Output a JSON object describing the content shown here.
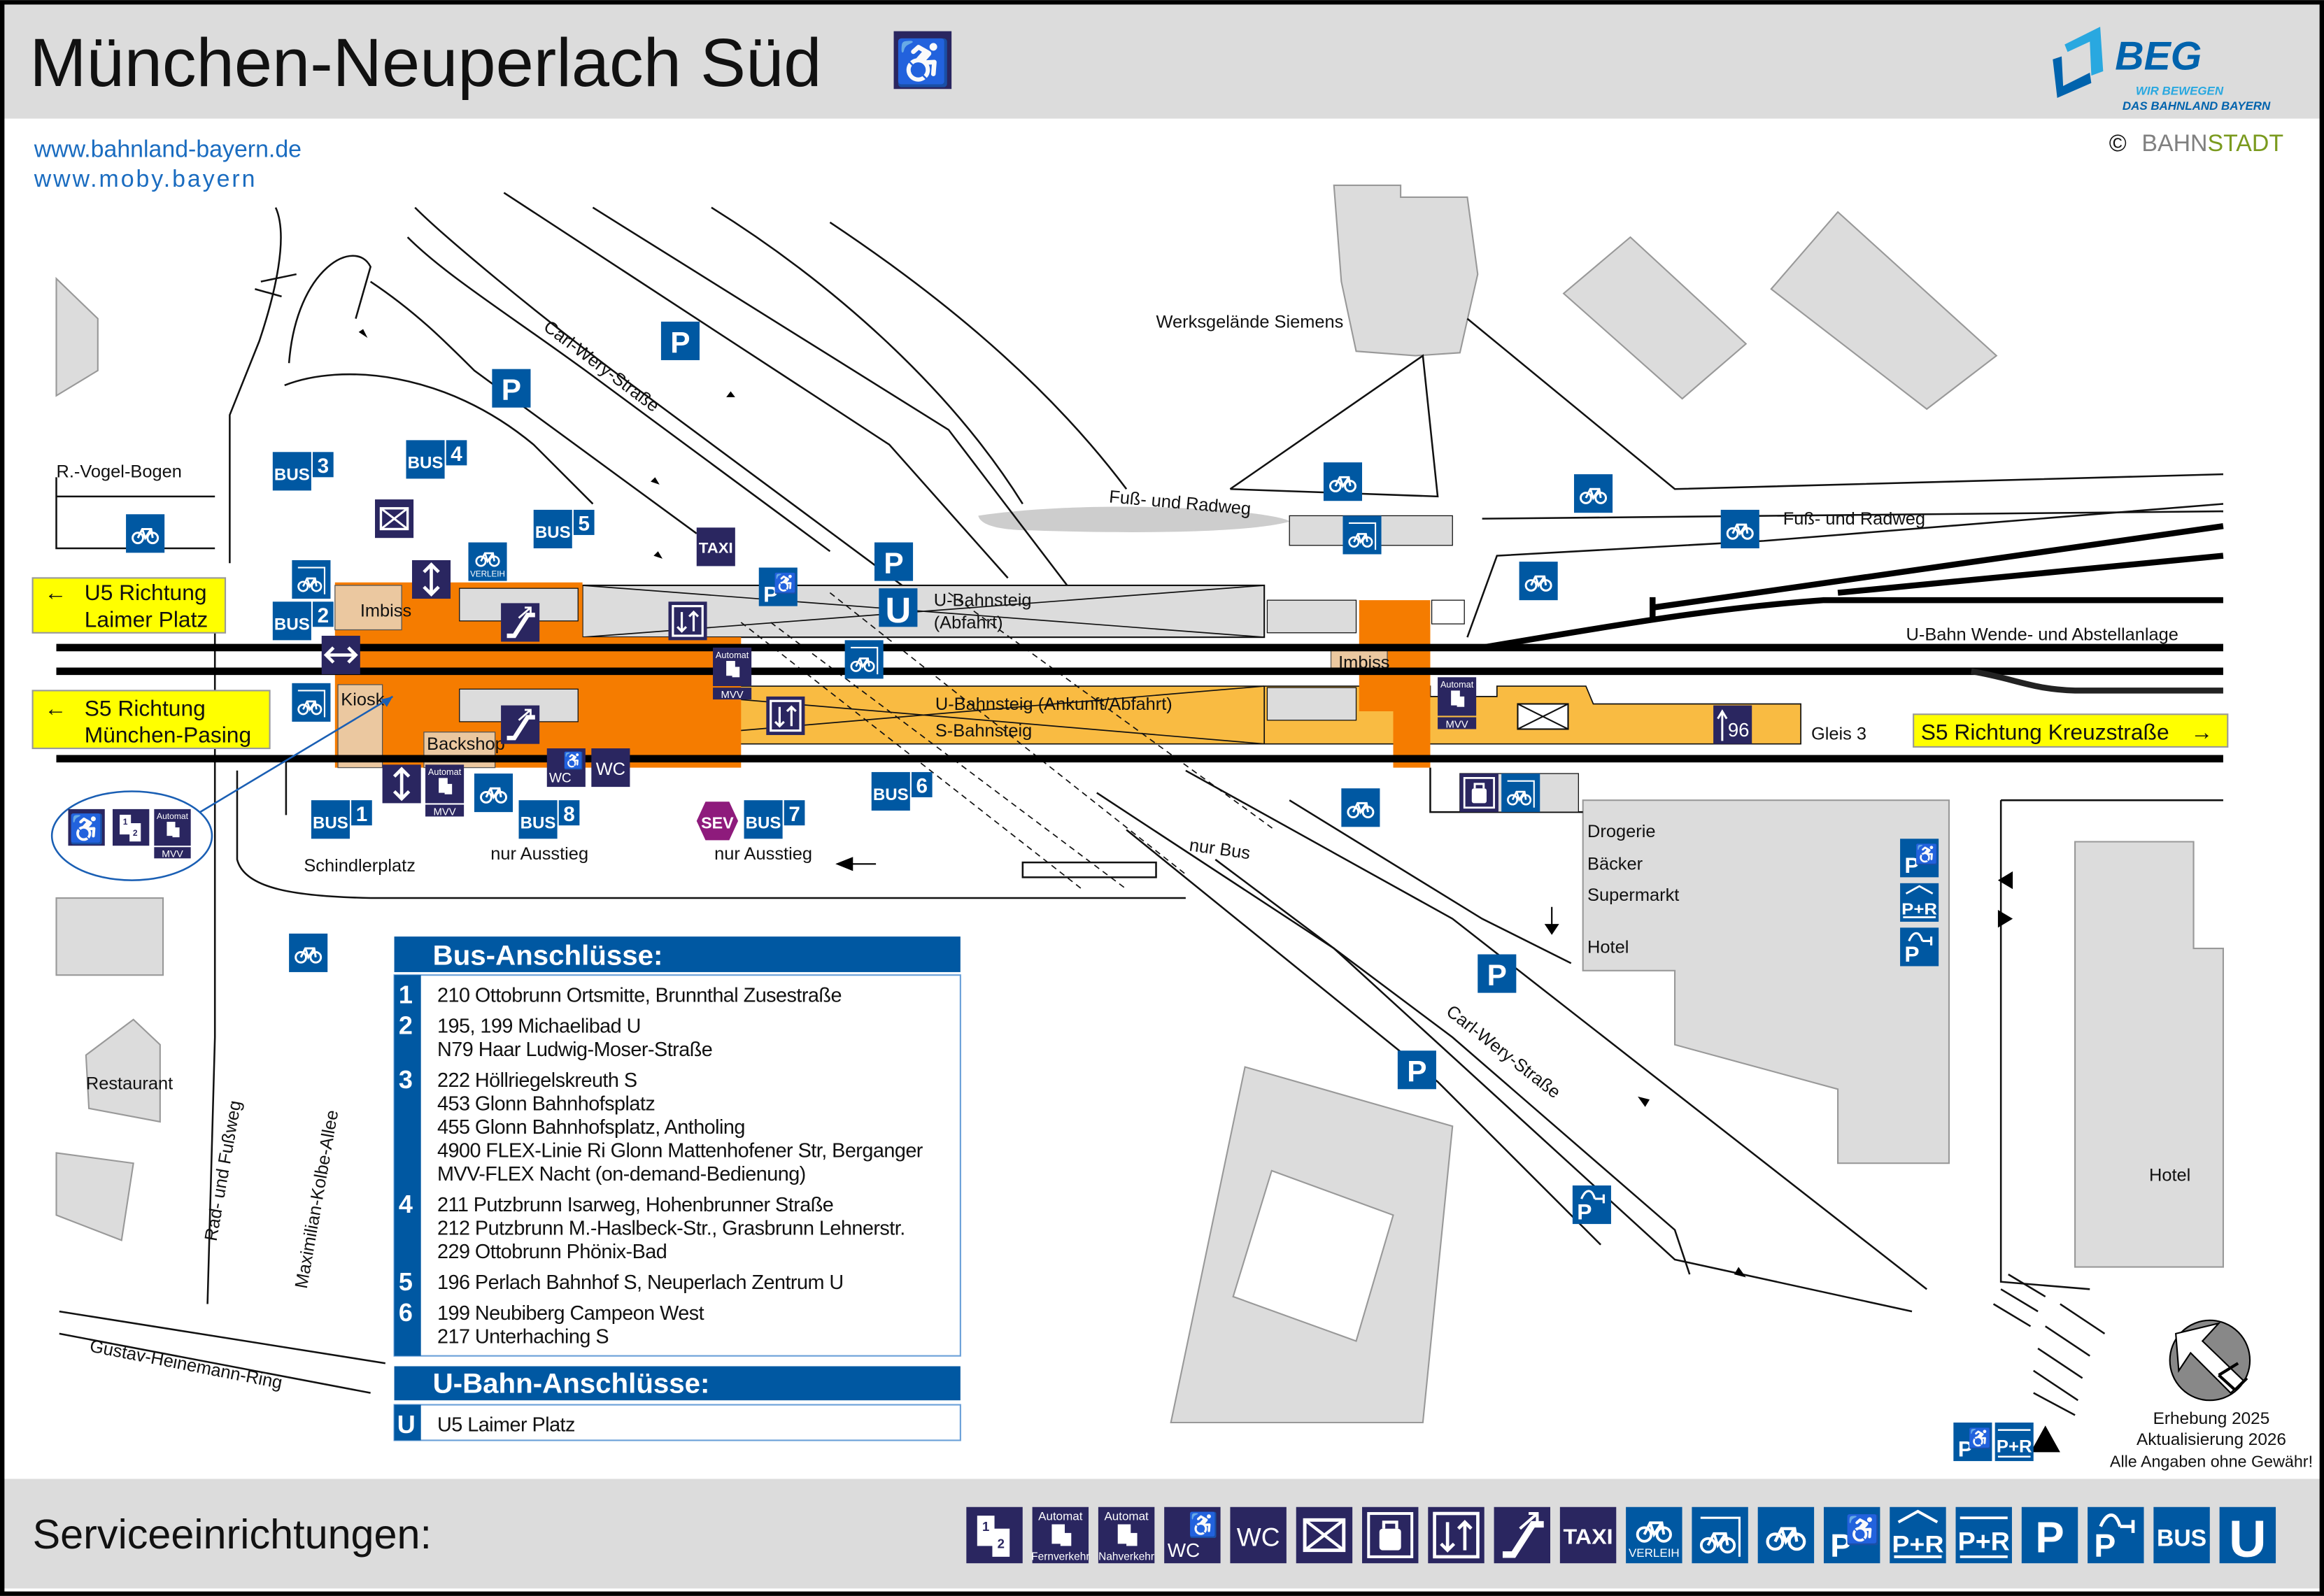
{
  "header": {
    "title": "München-Neuperlach Süd",
    "url_1": "www.bahnland-bayern.de",
    "url_2": "www.moby.bayern",
    "logo_text": "BEG",
    "logo_slogan_1": "WIR BEWEGEN",
    "logo_slogan_2": "DAS BAHNLAND BAYERN",
    "copyright_symbol": "©",
    "copyright_a": "BAHN",
    "copyright_b": "STADT"
  },
  "colors": {
    "navy": "#2a2660",
    "blue": "#0058a2",
    "orange": "#f57c00",
    "light_orange": "#f9bb42",
    "yellow": "#ffff00",
    "sev": "#8e1b7c",
    "gray": "#dcdcdc"
  },
  "glyphs": {
    "bus": "BUS",
    "p": "P",
    "taxi": "TAXI",
    "wc": "WC",
    "u": "U",
    "sev": "SEV",
    "pr": "P+R",
    "verleih": "VERLEIH",
    "automat": "Automat",
    "mvv": "MVV",
    "fernverkehr": "Fernverkehr",
    "nahverkehr": "Nahverkehr",
    "one": "1",
    "two": "2"
  },
  "stops": {
    "s1": "1",
    "s2": "2",
    "s3": "3",
    "s4": "4",
    "s5": "5",
    "s6": "6",
    "s7": "7",
    "s8": "8",
    "line96": "96"
  },
  "directions": {
    "u5_line1": "U5 Richtung",
    "u5_line2": "Laimer Platz",
    "s5w_line1": "S5 Richtung",
    "s5w_line2": "München-Pasing",
    "s5e": "S5 Richtung Kreuzstraße"
  },
  "map": {
    "street_carl_wery_1": "Carl-Wery-Straße",
    "street_carl_wery_2": "Carl-Wery-Straße",
    "street_vogel": "R.-Vogel-Bogen",
    "street_kolbe": "Maximilian-Kolbe-Allee",
    "street_radweg": "Rad- und Fußweg",
    "street_heinemann": "Gustav-Heinemann-Ring",
    "siemens": "Werksgelände Siemens",
    "fussweg_1": "Fuß- und Radweg",
    "fussweg_2": "Fuß- und Radweg",
    "wendeanlage": "U-Bahn Wende- und Abstellanlage",
    "gleis3": "Gleis 3",
    "schindlerplatz": "Schindlerplatz",
    "nur_ausstieg_1": "nur Ausstieg",
    "nur_ausstieg_2": "nur Ausstieg",
    "nur_bus": "nur Bus",
    "drogerie": "Drogerie",
    "baecker": "Bäcker",
    "supermarkt": "Supermarkt",
    "hotel_1": "Hotel",
    "hotel_2": "Hotel",
    "restaurant": "Restaurant",
    "imbiss_1": "Imbiss",
    "imbiss_2": "Imbiss",
    "kiosk": "Kiosk",
    "backshop": "Backshop",
    "u_platform_1": "U-Bahnsteig",
    "u_platform_2": "(Abfahrt)",
    "us_platform_1": "U-Bahnsteig (Ankunft/Abfahrt)",
    "us_platform_2": "S-Bahnsteig"
  },
  "bus_connections": {
    "title": "Bus-Anschlüsse:",
    "rows": [
      {
        "stop": "1",
        "lines": [
          "210 Ottobrunn Ortsmitte, Brunnthal Zusestraße"
        ]
      },
      {
        "stop": "2",
        "lines": [
          "195, 199 Michaelibad U",
          "N79 Haar Ludwig-Moser-Straße"
        ]
      },
      {
        "stop": "3",
        "lines": [
          "222 Höllriegelskreuth S",
          "453 Glonn Bahnhofsplatz",
          "455 Glonn Bahnhofsplatz, Antholing",
          "4900 FLEX-Linie Ri Glonn Mattenhofener Str, Berganger",
          "MVV-FLEX Nacht (on-demand-Bedienung)"
        ]
      },
      {
        "stop": "4",
        "lines": [
          "211 Putzbrunn Isarweg, Hohenbrunner Straße",
          "212 Putzbrunn M.-Haslbeck-Str., Grasbrunn Lehnerstr.",
          "229 Ottobrunn Phönix-Bad"
        ]
      },
      {
        "stop": "5",
        "lines": [
          "196 Perlach Bahnhof S, Neuperlach Zentrum U"
        ]
      },
      {
        "stop": "6",
        "lines": [
          "199 Neubiberg Campeon West",
          "217 Unterhaching S"
        ]
      }
    ]
  },
  "ubahn_connections": {
    "title": "U-Bahn-Anschlüsse:",
    "rows": [
      {
        "stop": "U",
        "lines": [
          "U5 Laimer Platz"
        ]
      }
    ]
  },
  "footer": {
    "services_title": "Serviceeinrichtungen:",
    "erhebung": "Erhebung 2025",
    "aktualisierung": "Aktualisierung 2026",
    "disclaimer": "Alle Angaben ohne Gewähr!"
  },
  "services_icons": [
    "ticket-office-icon",
    "ticket-machine-long-distance-icon",
    "ticket-machine-local-icon",
    "accessible-wc-icon",
    "wc-icon",
    "mailbox-icon",
    "luggage-locker-icon",
    "elevator-icon",
    "escalator-icon",
    "taxi-icon",
    "bike-rental-icon",
    "covered-bike-parking-icon",
    "bike-parking-icon",
    "accessible-parking-icon",
    "park-and-ride-covered-icon",
    "park-and-ride-icon",
    "parking-icon",
    "ev-charging-parking-icon",
    "bus-icon",
    "ubahn-icon"
  ]
}
